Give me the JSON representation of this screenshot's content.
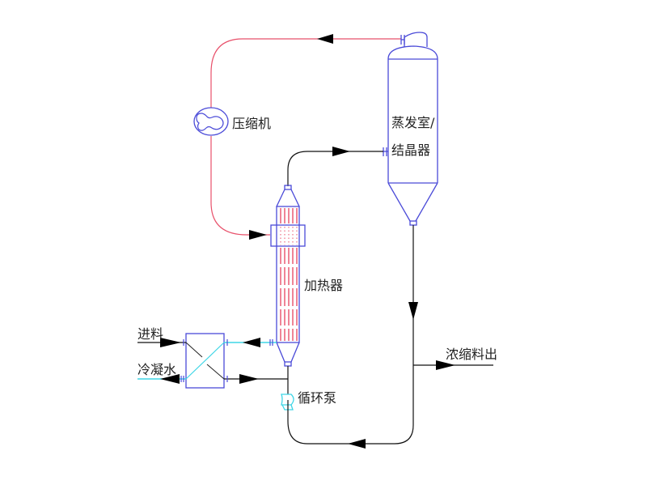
{
  "diagram": {
    "type": "process-flow",
    "title": "",
    "labels": {
      "compressor": "压缩机",
      "evaporator_line1": "蒸发室/",
      "evaporator_line2": "结晶器",
      "heater": "加热器",
      "feed": "进料",
      "condensate": "冷凝水",
      "pump": "循环泵",
      "product": "浓缩料出"
    },
    "colors": {
      "vessel": "#4a4ad8",
      "vapor_line": "#e8506a",
      "condensate_line": "#3fd6e6",
      "process_line": "#111111",
      "pump": "#3fd6e6"
    },
    "components": [
      {
        "id": "evaporator",
        "label_key": "evaporator",
        "kind": "vessel"
      },
      {
        "id": "compressor",
        "label_key": "compressor",
        "kind": "compressor"
      },
      {
        "id": "heater",
        "label_key": "heater",
        "kind": "shell-and-tube"
      },
      {
        "id": "preheater",
        "label_key": "",
        "kind": "plate-exchanger"
      },
      {
        "id": "pump",
        "label_key": "pump",
        "kind": "pump"
      }
    ],
    "flows": [
      {
        "from": "evaporator",
        "to": "compressor",
        "medium": "vapor",
        "color_key": "vapor_line"
      },
      {
        "from": "compressor",
        "to": "heater",
        "medium": "compressed vapor",
        "color_key": "vapor_line"
      },
      {
        "from": "heater",
        "to": "evaporator",
        "medium": "process liquid",
        "color_key": "process_line"
      },
      {
        "from": "evaporator",
        "to": "product",
        "medium": "concentrate",
        "color_key": "process_line"
      },
      {
        "from": "evaporator",
        "to": "pump",
        "medium": "recirculation",
        "color_key": "process_line"
      },
      {
        "from": "feed",
        "to": "preheater",
        "medium": "feed",
        "color_key": "process_line"
      },
      {
        "from": "preheater",
        "to": "heater",
        "medium": "preheated feed",
        "color_key": "process_line"
      },
      {
        "from": "heater",
        "to": "preheater",
        "medium": "condensate",
        "color_key": "condensate_line"
      },
      {
        "from": "preheater",
        "to": "condensate",
        "medium": "condensate out",
        "color_key": "condensate_line"
      }
    ]
  }
}
